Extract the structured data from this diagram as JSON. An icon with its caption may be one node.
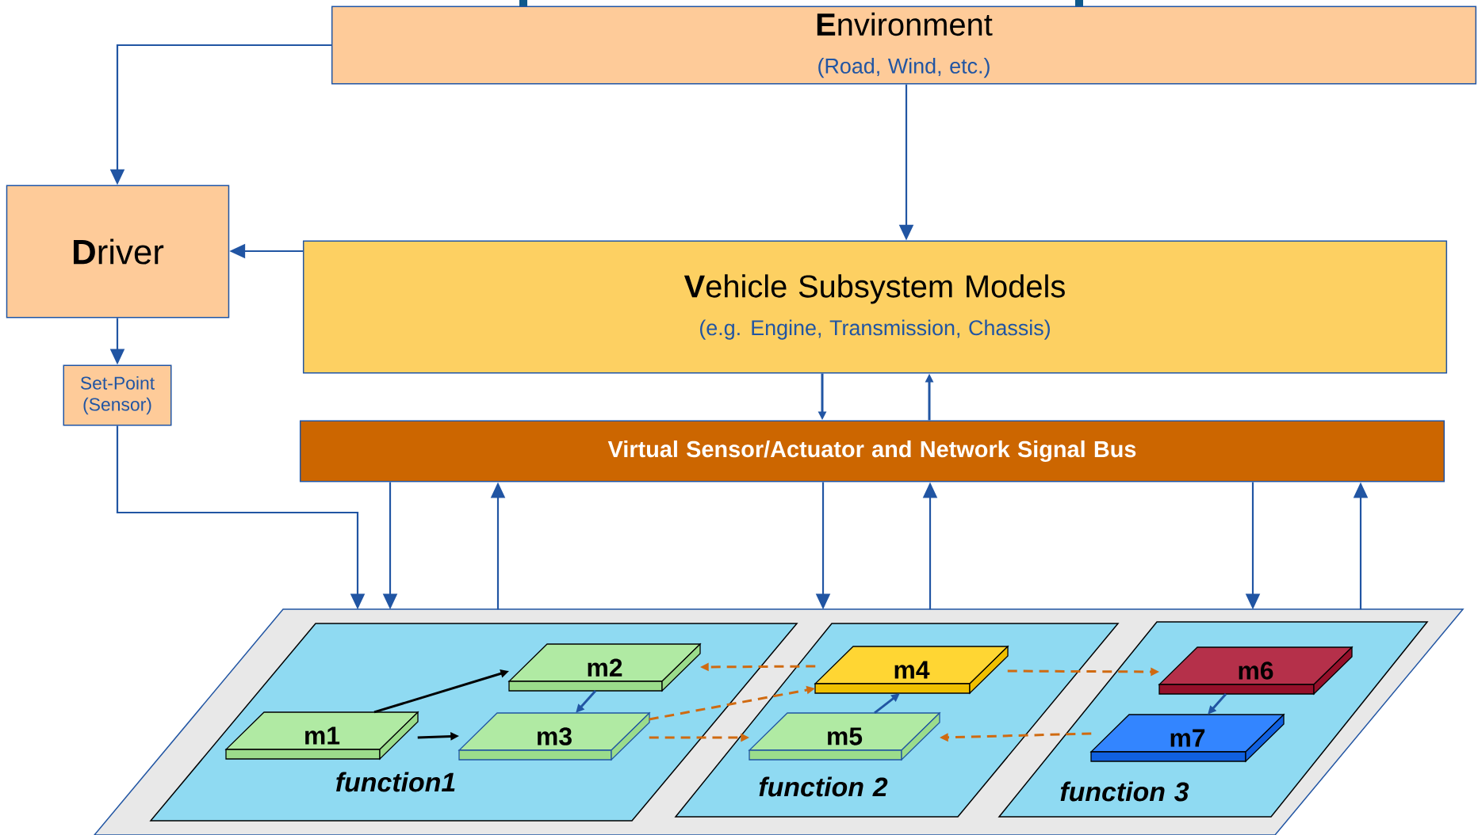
{
  "diagram": {
    "nodes": [
      {
        "text": [
          "**E**nvironment",
          "(Road, Wind, etc.)"
        ]
      },
      {
        "text": [
          "**D**river"
        ]
      },
      {
        "text": [
          "**V**ehicle Subsystem Models",
          "(e.g. Engine, Transmission, Chassis)"
        ]
      },
      {
        "text": [
          "Set-Point (Sensor)"
        ]
      },
      {
        "text": [
          "Virtual Sensor/Actuator and Network Signal Bus"
        ]
      },
      {
        "text": [],
        "shape": "parallelogram"
      },
      {
        "text": [
          "function1"
        ],
        "in": 5
      },
      {
        "text": [
          "m1"
        ],
        "in": 6
      },
      {
        "text": [
          "m2"
        ],
        "in": 6
      },
      {
        "text": [
          "m3"
        ],
        "in": 6
      },
      {
        "text": [
          "function 2"
        ],
        "in": 5
      },
      {
        "text": [
          "m4"
        ],
        "in": 10
      },
      {
        "text": [
          "m5"
        ],
        "in": 10
      },
      {
        "text": [
          "function 3"
        ],
        "in": 5
      },
      {
        "text": [
          "m6"
        ],
        "in": 13
      },
      {
        "text": [
          "m7"
        ],
        "in": 13
      }
    ],
    "edges": [
      {
        "from": 0,
        "to": 1,
        "arrow": "to"
      },
      {
        "from": 0,
        "to": 2,
        "arrow": "to"
      },
      {
        "from": 2,
        "to": 1,
        "arrow": "to"
      },
      {
        "from": 1,
        "to": 3,
        "arrow": "to"
      },
      {
        "from": 3,
        "to": 5,
        "arrow": "to"
      },
      {
        "from": 4,
        "to": 5,
        "arrow": "to"
      },
      {
        "from": 5,
        "to": 4,
        "arrow": "to"
      },
      {
        "from": 4,
        "to": 5,
        "arrow": "to"
      },
      {
        "from": 5,
        "to": 4,
        "arrow": "to"
      },
      {
        "from": 4,
        "to": 5,
        "arrow": "to"
      },
      {
        "from": 5,
        "to": 4,
        "arrow": "to"
      },
      {
        "from": 2,
        "to": 4,
        "arrow": "to"
      },
      {
        "from": 4,
        "to": 2,
        "arrow": "to"
      },
      {
        "from": 7,
        "to": 8,
        "arrow": "to",
        "color": "#000000"
      },
      {
        "from": 7,
        "to": 9,
        "arrow": "to",
        "color": "#000000"
      },
      {
        "from": 8,
        "to": 9,
        "arrow": "to"
      },
      {
        "from": 11,
        "to": 8,
        "arrow": "to",
        "style": "dashed",
        "color": "#d06a10"
      },
      {
        "from": 9,
        "to": 11,
        "arrow": "to",
        "style": "dashed",
        "color": "#d06a10"
      },
      {
        "from": 9,
        "to": 12,
        "arrow": "to",
        "style": "dashed",
        "color": "#d06a10"
      },
      {
        "from": 12,
        "to": 11,
        "arrow": "to"
      },
      {
        "from": 11,
        "to": 14,
        "arrow": "to",
        "style": "dashed",
        "color": "#d06a10"
      },
      {
        "from": 14,
        "to": 15,
        "arrow": "to"
      },
      {
        "from": 15,
        "to": 12,
        "arrow": "to",
        "style": "dashed",
        "color": "#d06a10"
      }
    ]
  }
}
